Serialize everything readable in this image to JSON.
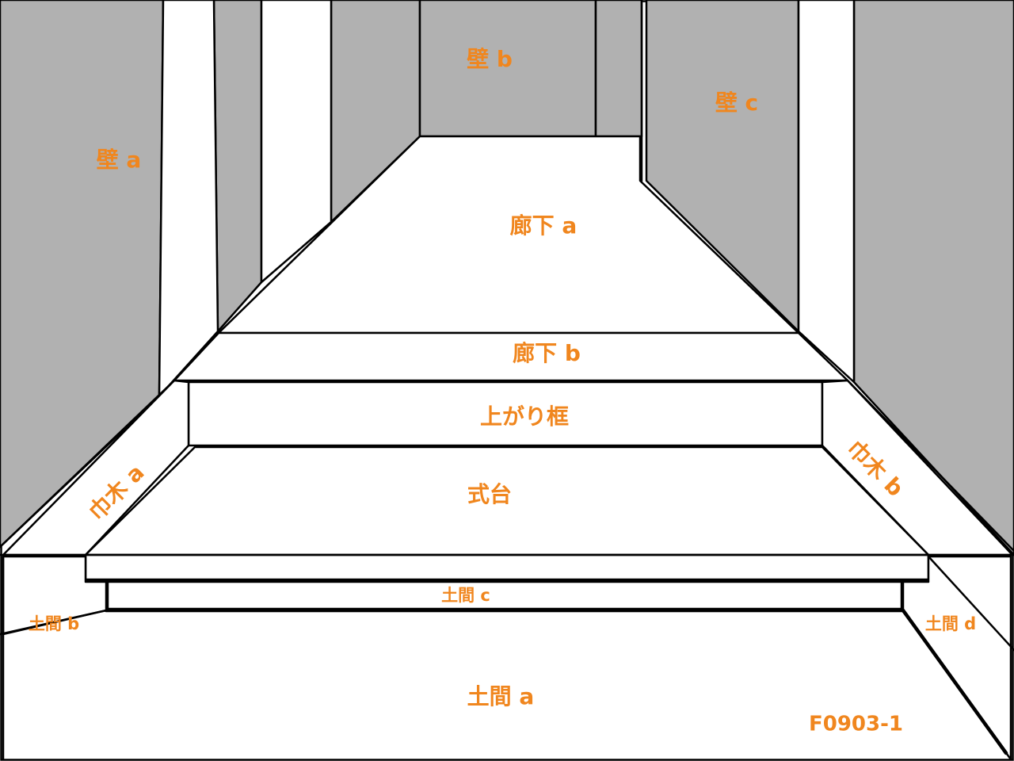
{
  "labels": {
    "wall_a": "壁 a",
    "wall_b": "壁 b",
    "wall_c": "壁 c",
    "corridor_a": "廊下 a",
    "corridor_b": "廊下 b",
    "agarikamachi": "上がり框",
    "shikidai": "式台",
    "habaki_a": "巾木 a",
    "habaki_b": "巾木 b",
    "doma_a": "土間 a",
    "doma_b": "土間 b",
    "doma_c": "土間 c",
    "doma_d": "土間 d"
  },
  "figure_code": "F0903-1",
  "colors": {
    "wall_fill": "#b1b1b1",
    "label": "#f0861e",
    "line": "#000000",
    "floor": "#ffffff"
  }
}
